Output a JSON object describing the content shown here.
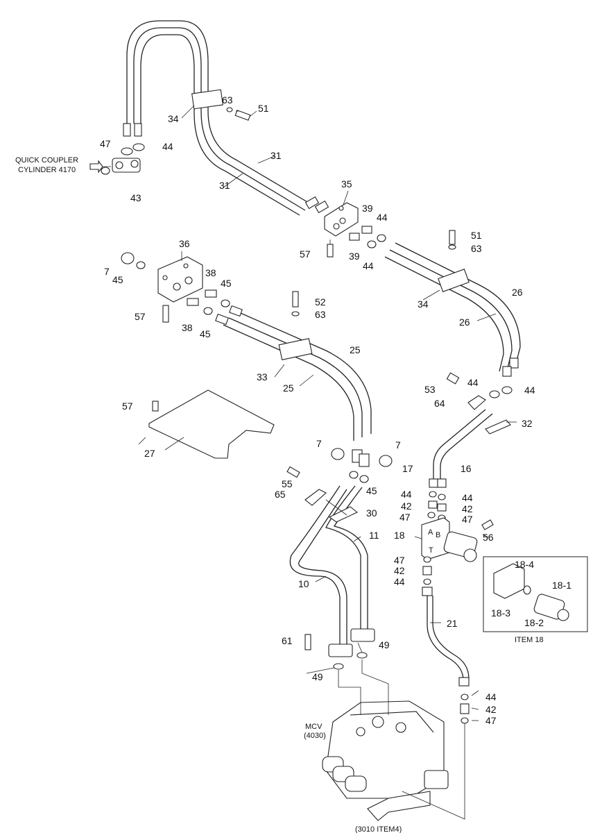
{
  "callouts": {
    "c7a": "7",
    "c7b": "7",
    "c7c": "7",
    "c10": "10",
    "c11": "11",
    "c16": "16",
    "c17": "17",
    "c18": "18",
    "c21": "21",
    "c25a": "25",
    "c25b": "25",
    "c26a": "26",
    "c26b": "26",
    "c27": "27",
    "c30": "30",
    "c31a": "31",
    "c31b": "31",
    "c32": "32",
    "c33": "33",
    "c34a": "34",
    "c34b": "34",
    "c35": "35",
    "c36": "36",
    "c38a": "38",
    "c38b": "38",
    "c39a": "39",
    "c39b": "39",
    "c42a": "42",
    "c42b": "42",
    "c42c": "42",
    "c42d": "42",
    "c43": "43",
    "c44a": "44",
    "c44b": "44",
    "c44c": "44",
    "c44d": "44",
    "c44e": "44",
    "c44f": "44",
    "c44g": "44",
    "c44h": "44",
    "c44i": "44",
    "c45a": "45",
    "c45b": "45",
    "c45c": "45",
    "c45d": "45",
    "c47a": "47",
    "c47b": "47",
    "c47c": "47",
    "c47d": "47",
    "c47e": "47",
    "c49a": "49",
    "c49b": "49",
    "c51a": "51",
    "c51b": "51",
    "c52": "52",
    "c53": "53",
    "c55": "55",
    "c56": "56",
    "c57a": "57",
    "c57b": "57",
    "c57c": "57",
    "c61": "61",
    "c63a": "63",
    "c63b": "63",
    "c63c": "63",
    "c64": "64",
    "c65": "65"
  },
  "item18": {
    "title": "ITEM 18",
    "labels": {
      "p1": "18-1",
      "p2": "18-2",
      "p3": "18-3",
      "p4": "18-4"
    }
  },
  "notes": {
    "quick_coupler_line1": "QUICK COUPLER",
    "quick_coupler_line2": "CYLINDER 4170",
    "mcv_line1": "MCV",
    "mcv_line2": "(4030)",
    "bottom_ref": "(3010 ITEM4)"
  },
  "valve_ports": {
    "a": "A",
    "b": "B",
    "t": "T"
  }
}
